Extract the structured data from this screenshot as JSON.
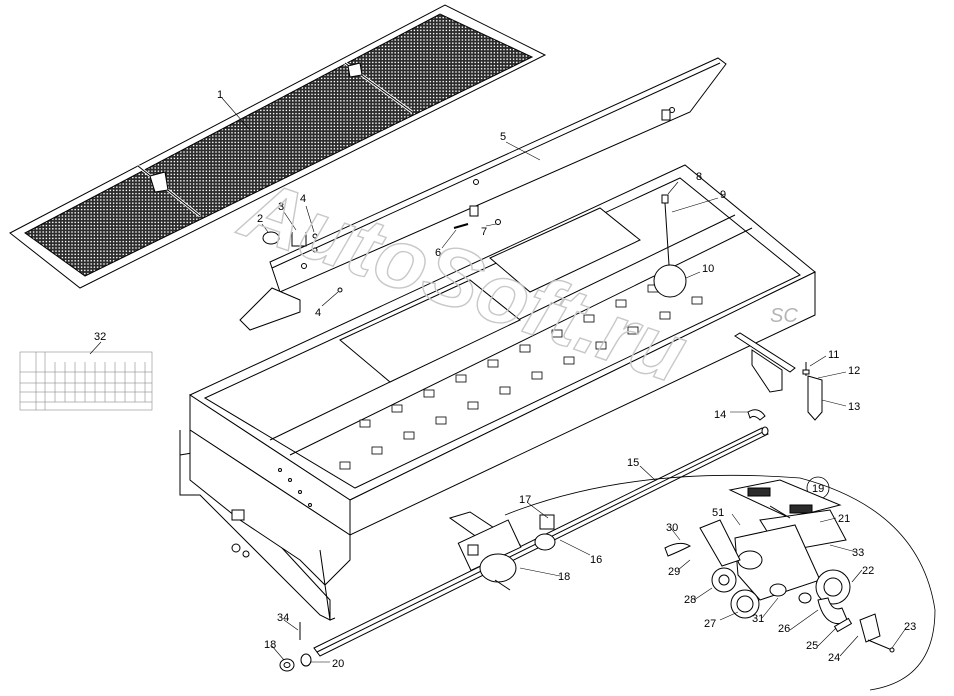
{
  "diagram": {
    "watermark": "AutoSoft.ru",
    "body_marking": "SC",
    "callouts": [
      "1",
      "2",
      "3",
      "4",
      "4",
      "5",
      "6",
      "7",
      "8",
      "9",
      "10",
      "11",
      "12",
      "13",
      "14",
      "15",
      "16",
      "17",
      "18",
      "18",
      "19",
      "20",
      "21",
      "22",
      "23",
      "24",
      "25",
      "26",
      "27",
      "28",
      "29",
      "30",
      "31",
      "32",
      "33",
      "34",
      "51"
    ]
  },
  "colors": {
    "line": "#000000",
    "mesh": "#2b2b2b",
    "watermark": "#c8c8c8",
    "paper": "#ffffff"
  }
}
